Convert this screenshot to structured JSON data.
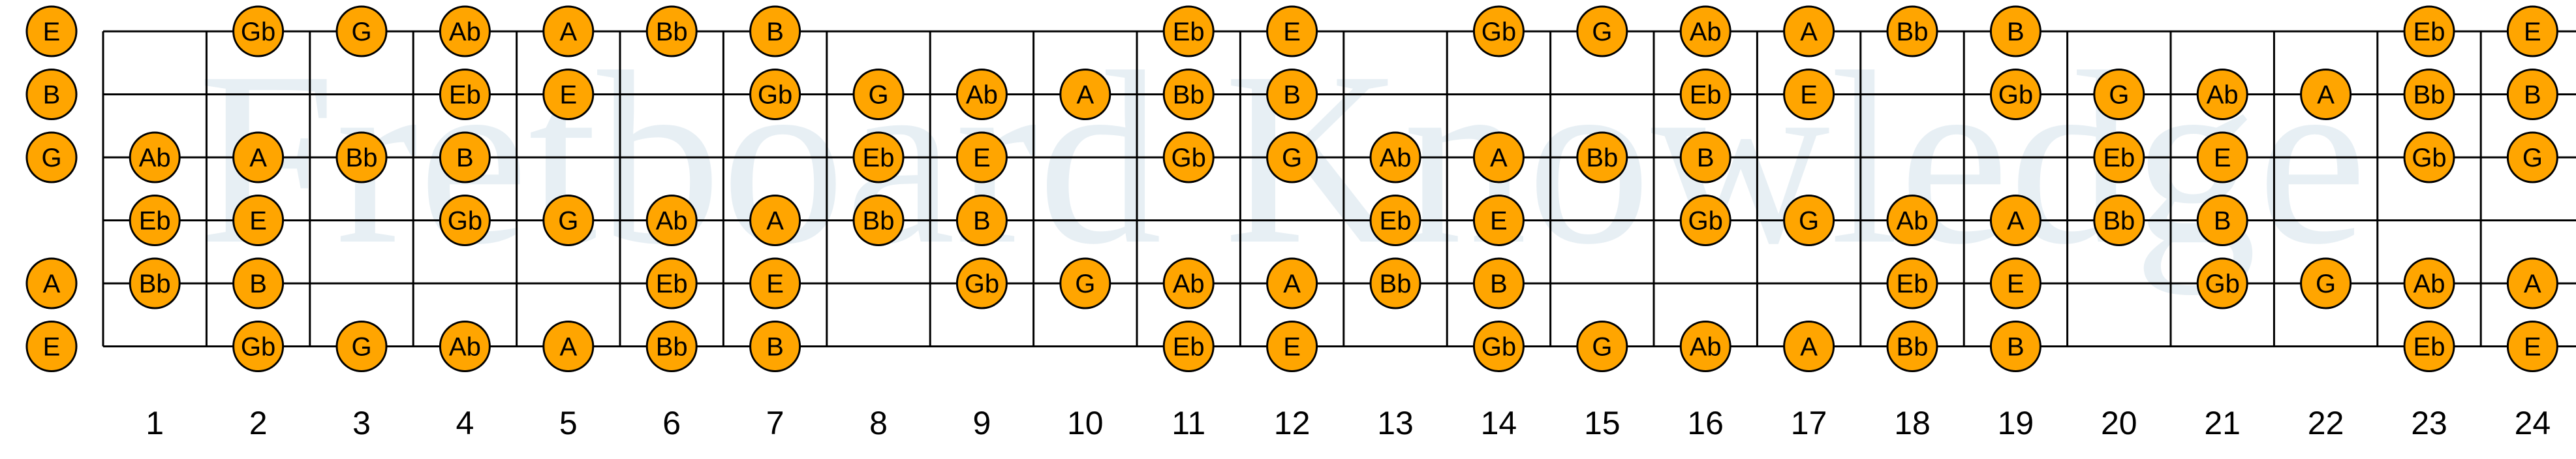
{
  "watermark": "Fretboard Knowledge",
  "colors": {
    "note_fill": "#ffa500",
    "note_stroke": "#000000",
    "grid": "#000000",
    "background": "#ffffff"
  },
  "fret_numbers": [
    "1",
    "2",
    "3",
    "4",
    "5",
    "6",
    "7",
    "8",
    "9",
    "10",
    "11",
    "12",
    "13",
    "14",
    "15",
    "16",
    "17",
    "18",
    "19",
    "20",
    "21",
    "22",
    "23",
    "24"
  ],
  "open_strings": [
    "E",
    "B",
    "G",
    "",
    "A",
    "E"
  ],
  "strings": [
    {
      "frets": [
        "",
        "Gb",
        "G",
        "Ab",
        "A",
        "Bb",
        "B",
        "",
        "",
        "",
        "Eb",
        "E",
        "",
        "Gb",
        "G",
        "Ab",
        "A",
        "Bb",
        "B",
        "",
        "",
        "",
        "Eb",
        "E"
      ]
    },
    {
      "frets": [
        "",
        "",
        "",
        "Eb",
        "E",
        "",
        "Gb",
        "G",
        "Ab",
        "A",
        "Bb",
        "B",
        "",
        "",
        "",
        "Eb",
        "E",
        "",
        "Gb",
        "G",
        "Ab",
        "A",
        "Bb",
        "B"
      ]
    },
    {
      "frets": [
        "Ab",
        "A",
        "Bb",
        "B",
        "",
        "",
        "",
        "Eb",
        "E",
        "",
        "Gb",
        "G",
        "Ab",
        "A",
        "Bb",
        "B",
        "",
        "",
        "",
        "Eb",
        "E",
        "",
        "Gb",
        "G"
      ]
    },
    {
      "frets": [
        "Eb",
        "E",
        "",
        "Gb",
        "G",
        "Ab",
        "A",
        "Bb",
        "B",
        "",
        "",
        "",
        "Eb",
        "E",
        "",
        "Gb",
        "G",
        "Ab",
        "A",
        "Bb",
        "B",
        "",
        "",
        ""
      ]
    },
    {
      "frets": [
        "Bb",
        "B",
        "",
        "",
        "",
        "Eb",
        "E",
        "",
        "Gb",
        "G",
        "Ab",
        "A",
        "Bb",
        "B",
        "",
        "",
        "",
        "Eb",
        "E",
        "",
        "Gb",
        "G",
        "Ab",
        "A"
      ]
    },
    {
      "frets": [
        "",
        "Gb",
        "G",
        "Ab",
        "A",
        "Bb",
        "B",
        "",
        "",
        "",
        "Eb",
        "E",
        "",
        "Gb",
        "G",
        "Ab",
        "A",
        "Bb",
        "B",
        "",
        "",
        "",
        "Eb",
        "E"
      ]
    }
  ]
}
